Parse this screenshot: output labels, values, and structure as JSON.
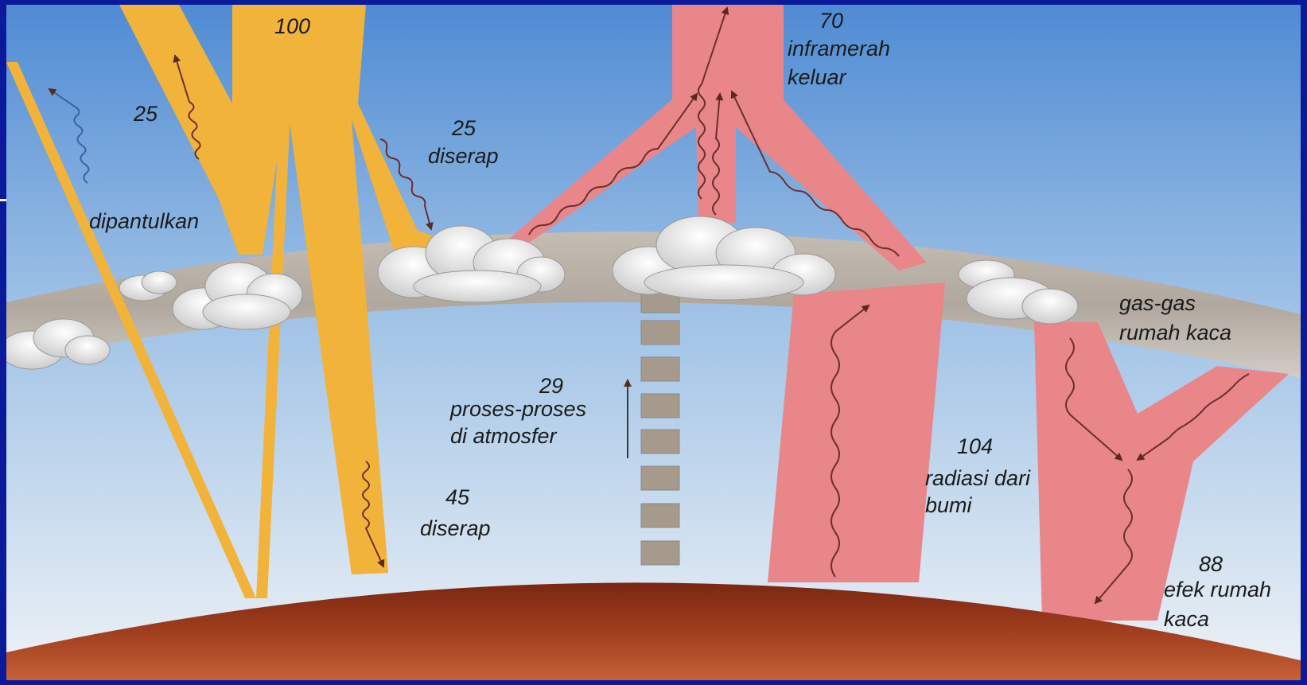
{
  "labels": {
    "incoming": "100",
    "reflected_value": "25",
    "reflected_text": "dipantulkan",
    "absorbed_atm_value": "25",
    "absorbed_atm_text": "diserap",
    "absorbed_ground_value": "45",
    "absorbed_ground_text": "diserap",
    "atm_process_value": "29",
    "atm_process_line1": "proses-proses",
    "atm_process_line2": "di atmosfer",
    "outgoing_value": "70",
    "outgoing_line1": "inframerah",
    "outgoing_line2": "keluar",
    "earth_rad_value": "104",
    "earth_rad_line1": "radiasi dari",
    "earth_rad_line2": "bumi",
    "greenhouse_gas_line1": "gas-gas",
    "greenhouse_gas_line2": "rumah kaca",
    "greenhouse_effect_value": "88",
    "greenhouse_effect_line1": "efek rumah",
    "greenhouse_effect_line2": "kaca"
  },
  "colors": {
    "solar": "#f1b33a",
    "infrared": "#e8868a",
    "sky_top": "#4f8bd3",
    "sky_bottom": "#e8eef4",
    "earth": "#8b2d16",
    "frame": "#0a1a9a"
  }
}
